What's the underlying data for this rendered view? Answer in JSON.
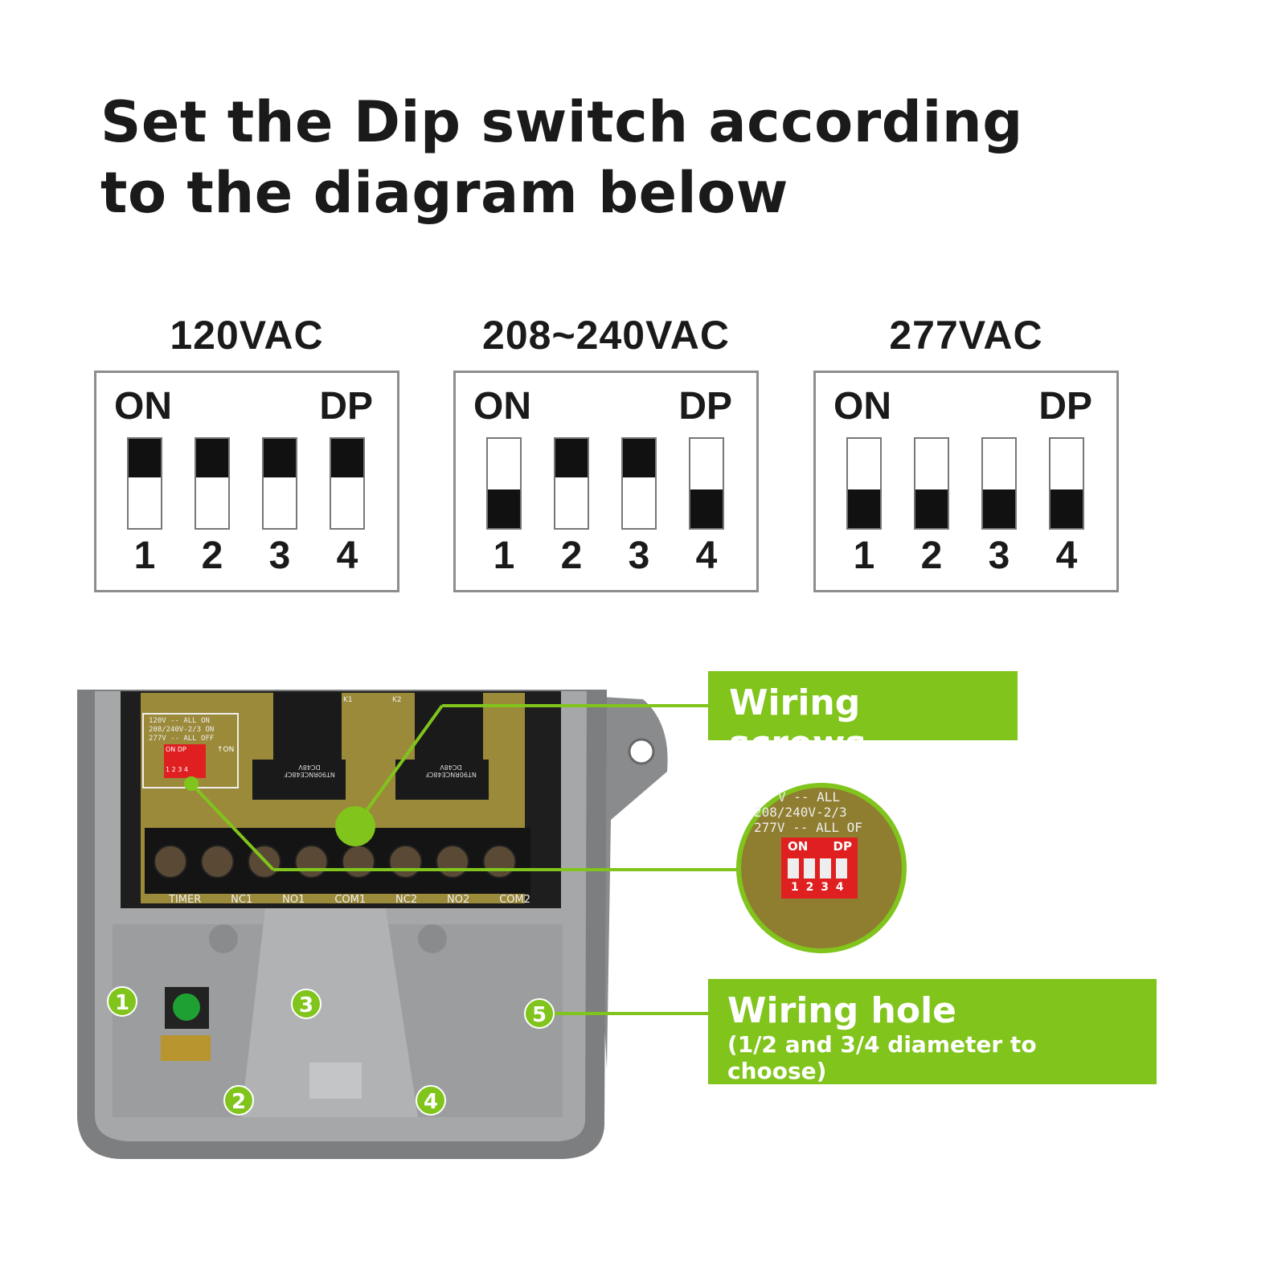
{
  "title": {
    "line1": "Set the Dip switch according",
    "line2": "to the diagram below"
  },
  "dip_panels": [
    {
      "voltage": "120VAC",
      "on_label": "ON",
      "dp_label": "DP",
      "switches": [
        {
          "num": "1",
          "state": "on"
        },
        {
          "num": "2",
          "state": "on"
        },
        {
          "num": "3",
          "state": "on"
        },
        {
          "num": "4",
          "state": "on"
        }
      ]
    },
    {
      "voltage": "208~240VAC",
      "on_label": "ON",
      "dp_label": "DP",
      "switches": [
        {
          "num": "1",
          "state": "off"
        },
        {
          "num": "2",
          "state": "on"
        },
        {
          "num": "3",
          "state": "on"
        },
        {
          "num": "4",
          "state": "off"
        }
      ]
    },
    {
      "voltage": "277VAC",
      "on_label": "ON",
      "dp_label": "DP",
      "switches": [
        {
          "num": "1",
          "state": "off"
        },
        {
          "num": "2",
          "state": "off"
        },
        {
          "num": "3",
          "state": "off"
        },
        {
          "num": "4",
          "state": "off"
        }
      ]
    }
  ],
  "pcb": {
    "legend": [
      "120V -- ALL ON",
      "208/240V-2/3 ON",
      "277V -- ALL OFF"
    ],
    "dip_on": "ON",
    "dip_dp": "DP",
    "dip_nums": "1 2 3 4",
    "arrow_on": "ON",
    "relays": [
      "K1",
      "K2"
    ],
    "relay_text": [
      "NT90RNCE48CF",
      "DC48V"
    ],
    "terminals": [
      "TIMER",
      "NC1",
      "NO1",
      "COM1",
      "NC2",
      "NO2",
      "COM2"
    ]
  },
  "zoom_inset": {
    "lines": [
      "V -- ALL",
      "208/240V-2/3",
      "277V -- ALL OF"
    ]
  },
  "callouts": {
    "screws": "Wiring screws",
    "hole": "Wiring hole",
    "hole_sub": "(1/2 and 3/4 diameter to choose)"
  },
  "badges": [
    "1",
    "2",
    "3",
    "4",
    "5"
  ],
  "colors": {
    "accent": "#80c41c"
  }
}
